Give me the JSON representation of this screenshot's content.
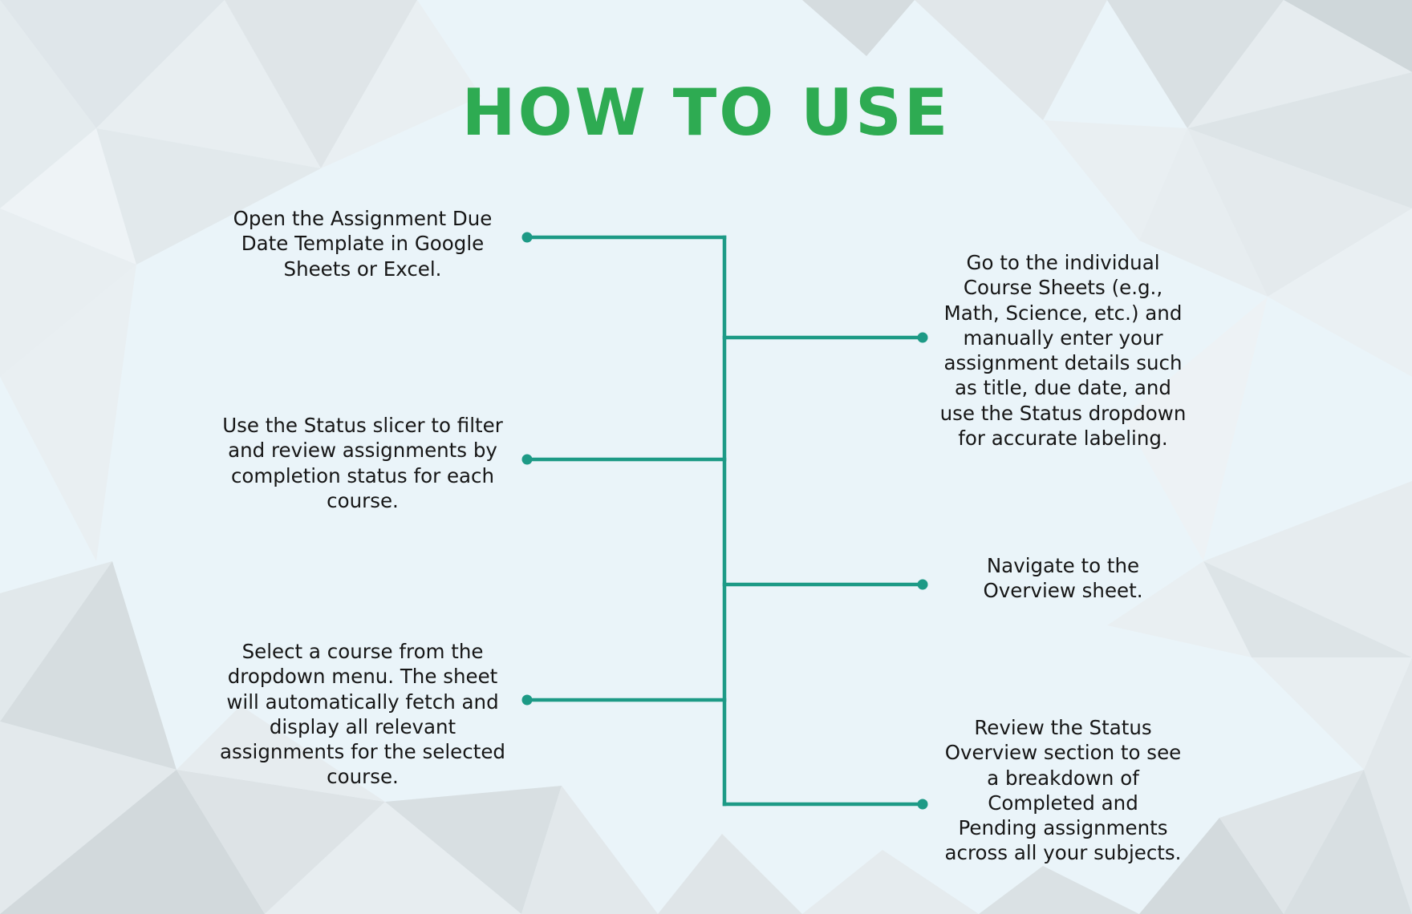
{
  "title": "HOW TO USE",
  "steps_left": [
    [
      "Open the Assignment Due",
      "Date Template in Google",
      "Sheets or Excel."
    ],
    [
      "Use the Status slicer to filter",
      "and review assignments by",
      "completion status for each",
      "course."
    ],
    [
      "Select a course from the",
      "dropdown menu. The sheet",
      "will automatically fetch and",
      "display all relevant",
      "assignments for the selected",
      "course."
    ]
  ],
  "steps_right": [
    [
      "Go to the individual",
      "Course Sheets (e.g.,",
      "Math, Science, etc.) and",
      "manually enter your",
      "assignment details such",
      "as title, due date, and",
      "use the Status dropdown",
      "for accurate labeling."
    ],
    [
      "Navigate to the",
      "Overview sheet."
    ],
    [
      "Review the Status",
      "Overview section to see",
      "a breakdown of",
      "Completed and",
      "Pending assignments",
      "across all your subjects."
    ]
  ],
  "colors": {
    "title": "#2eab52",
    "connector": "#1d9a86",
    "text": "#161616",
    "background": "#eaf3f8"
  }
}
